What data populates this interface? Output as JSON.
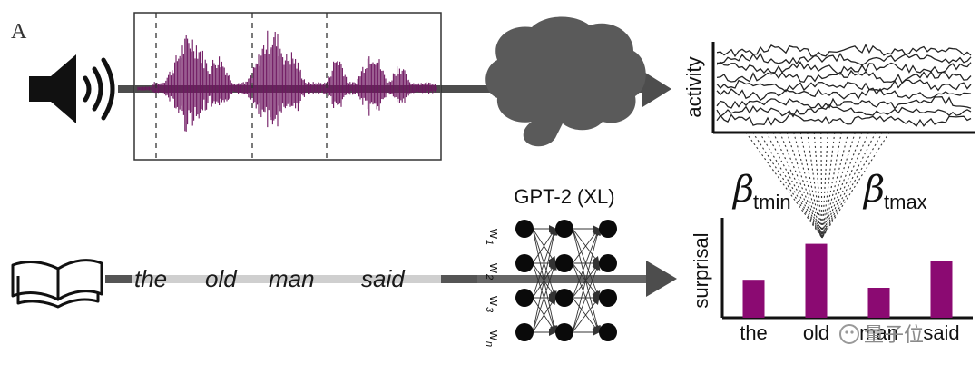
{
  "panel_label": "A",
  "gpt_title": "GPT-2 (XL)",
  "sentence": {
    "words": [
      "the",
      "old",
      "man",
      "said"
    ]
  },
  "nodes": {
    "labels": [
      "w",
      "w",
      "w",
      "w"
    ],
    "subscripts": [
      "1",
      "2",
      "3",
      "n"
    ]
  },
  "activity_label": "activity",
  "surprisal_label": "surprisal",
  "beta_min": {
    "symbol": "β",
    "sub": "tmin"
  },
  "beta_max": {
    "symbol": "β",
    "sub": "tmax"
  },
  "chart_data": {
    "type": "bar",
    "categories": [
      "the",
      "old",
      "man",
      "said"
    ],
    "values": [
      0.38,
      0.74,
      0.3,
      0.57
    ],
    "ylabel": "surprisal",
    "ylim": [
      0,
      1
    ],
    "bar_color": "#8b0a72"
  },
  "watermark": "量子位",
  "colors": {
    "waveform": "#6e1660",
    "brain": "#5a5a5a",
    "arrow": "#4d4d4d",
    "bar": "#8b0a72"
  }
}
